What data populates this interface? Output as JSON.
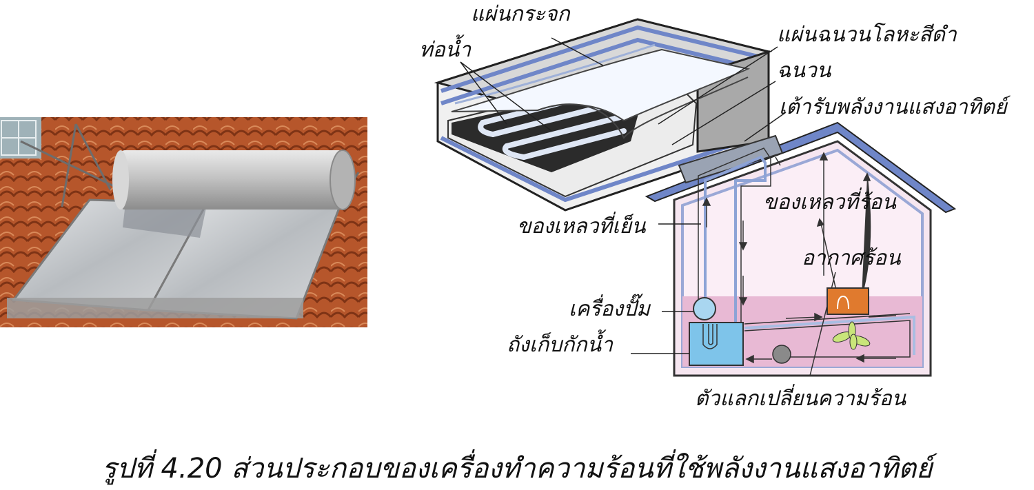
{
  "labels": {
    "glass_plate": "แผ่นกระจก",
    "water_pipe": "ท่อน้ำ",
    "black_metal_sheet": "แผ่นฉนวนโลหะสีดำ",
    "insulation": "ฉนวน",
    "solar_collector": "เต้ารับพลังงานแสงอาทิตย์",
    "hot_fluid": "ของเหลวที่ร้อน",
    "cold_fluid": "ของเหลวที่เย็น",
    "hot_air": "อากาศร้อน",
    "pump": "เครื่องปั๊ม",
    "storage_tank": "ถังเก็บกักน้ำ",
    "heat_exchanger": "ตัวแลกเปลี่ยนความร้อน"
  },
  "caption": "รูปที่ 4.20 ส่วนประกอบของเครื่องทำความร้อนที่ใช้พลังงานแสงอาทิตย์",
  "colors": {
    "frame_blue": "#6f86c8",
    "house_wall": "#f6e6f0",
    "water_pink": "#e8b9d4",
    "tank_blue": "#7ec4ea",
    "exchanger_orange": "#e07a2e",
    "roof_tile": "#b5552a",
    "panel_metal": "#c9cdd1"
  }
}
